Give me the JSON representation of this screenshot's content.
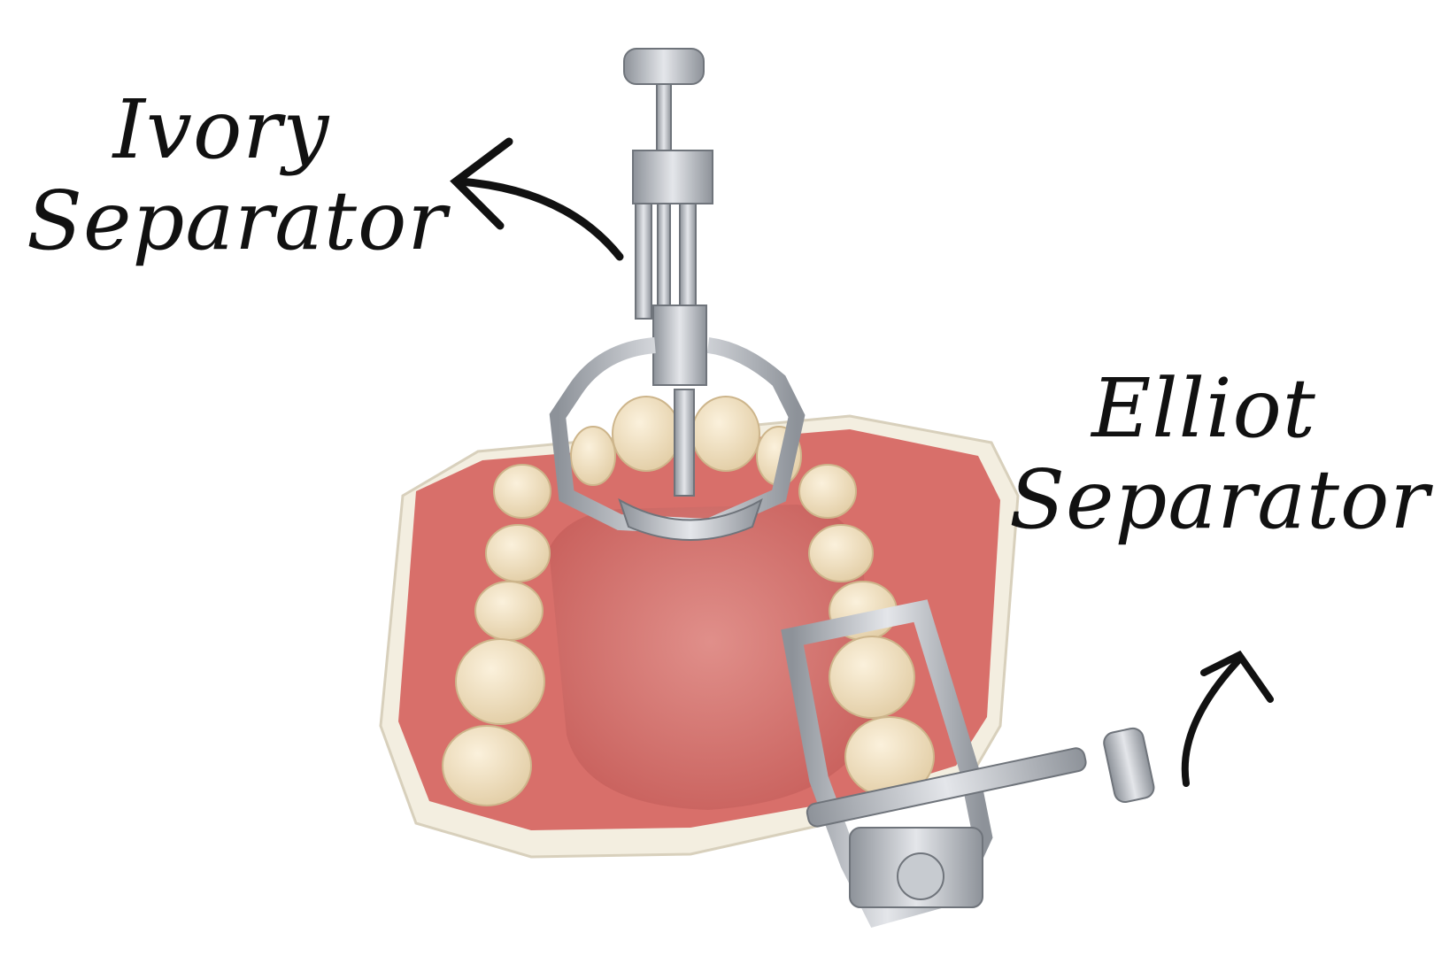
{
  "labels": {
    "ivory": {
      "line1": "Ivory",
      "line2": "Separator"
    },
    "elliot": {
      "line1": "Elliot",
      "line2": "Separator"
    }
  },
  "colors": {
    "background": "#ffffff",
    "text": "#111111",
    "gum": "#d9706c",
    "tooth": "#f2e2c4",
    "steel": "#b8bcc2"
  }
}
